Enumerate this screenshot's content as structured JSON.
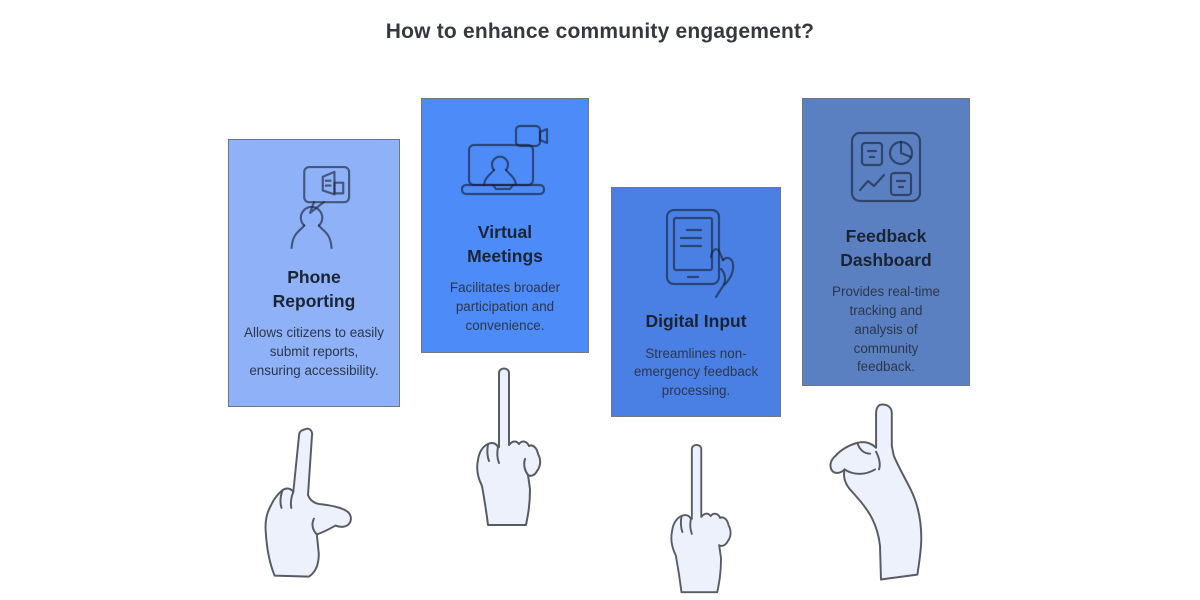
{
  "page": {
    "title": "How to enhance community engagement?",
    "background": "#ffffff",
    "title_color": "#35393f"
  },
  "cards": [
    {
      "title": "Phone Reporting",
      "description": "Allows citizens to easily submit reports, ensuring accessibility.",
      "background": "#8fb1f7",
      "icon": "person-megaphone-speech-bubble-icon"
    },
    {
      "title": "Virtual Meetings",
      "description": "Facilitates broader participation and convenience.",
      "background": "#4d8bf8",
      "icon": "laptop-video-call-icon"
    },
    {
      "title": "Digital Input",
      "description": "Streamlines non-emergency feedback processing.",
      "background": "#4a80e4",
      "icon": "tablet-touch-hand-icon"
    },
    {
      "title": "Feedback Dashboard",
      "description": "Provides real-time tracking and analysis of community feedback.",
      "background": "#5a80c1",
      "icon": "dashboard-charts-icon"
    }
  ],
  "decorations": {
    "hands": [
      "pointing-hand-tilted-thumb-right",
      "pointing-hand-upright",
      "pointing-hand-upright",
      "pointing-hand-thumb-out-left"
    ]
  },
  "colors": {
    "card_border": "#6f767e",
    "card_title_text": "#1b2434",
    "card_body_text": "#2c374b",
    "hand_fill": "#edf1fc",
    "hand_stroke": "#565b66",
    "icon_stroke": "rgba(23,32,54,0.62)"
  }
}
